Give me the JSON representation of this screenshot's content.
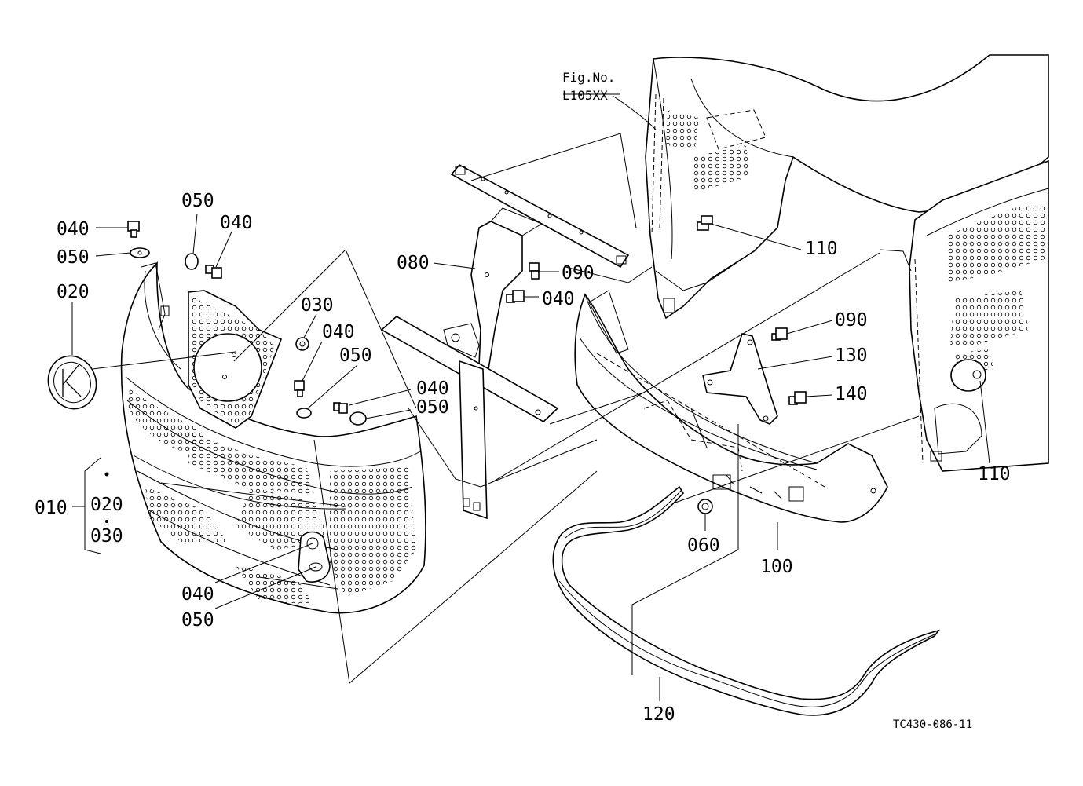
{
  "figure_ref": {
    "line1": "Fig.No.",
    "line2": "L105XX"
  },
  "drawing_code": "TC430-086-11",
  "callouts": {
    "c040_a": "040",
    "c050_a": "050",
    "c050_b": "050",
    "c040_b": "040",
    "c020": "020",
    "c030_a": "030",
    "c040_c": "040",
    "c050_c": "050",
    "c040_d": "040",
    "c050_d": "050",
    "c010": "010",
    "c020_b": "020",
    "c030_b": "030",
    "c040_e": "040",
    "c050_e": "050",
    "c080": "080",
    "c090_a": "090",
    "c040_f": "040",
    "c110_a": "110",
    "c090_b": "090",
    "c130": "130",
    "c140": "140",
    "c110_b": "110",
    "c060": "060",
    "c100": "100",
    "c120": "120"
  }
}
